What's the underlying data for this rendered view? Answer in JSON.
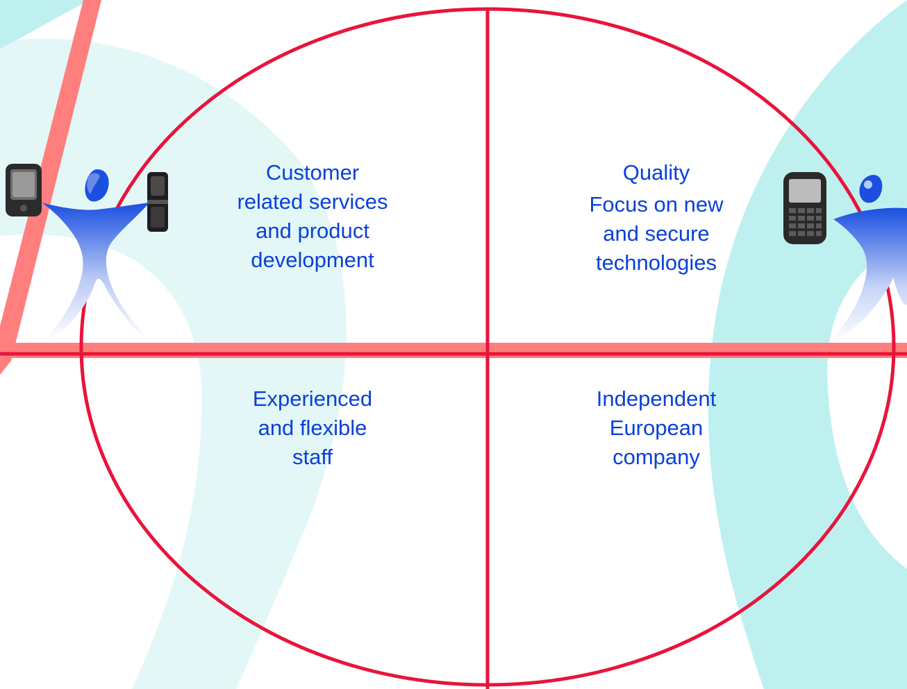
{
  "colors": {
    "background": "#ffffff",
    "swirl": "#bff0f0",
    "swirl_light": "#e3f7f7",
    "ellipse_stroke": "#e8143c",
    "diagonal_bar": "#ff7f7f",
    "horizontal_band": "#ff7f7f",
    "text": "#0a41d8",
    "figure_blue": "#1a4fe0"
  },
  "icons": [
    "person-figure-icon",
    "mobile-phone-icon"
  ],
  "quadrants": {
    "top_left": {
      "lines": [
        "Customer",
        "related services",
        "and product",
        "development"
      ]
    },
    "top_right": {
      "title": "Quality",
      "lines": [
        "Focus on new",
        "and secure",
        "technologies"
      ]
    },
    "bottom_left": {
      "lines": [
        "Experienced",
        "and flexible",
        "staff"
      ]
    },
    "bottom_right": {
      "lines": [
        "Independent",
        "European",
        "company"
      ]
    }
  }
}
